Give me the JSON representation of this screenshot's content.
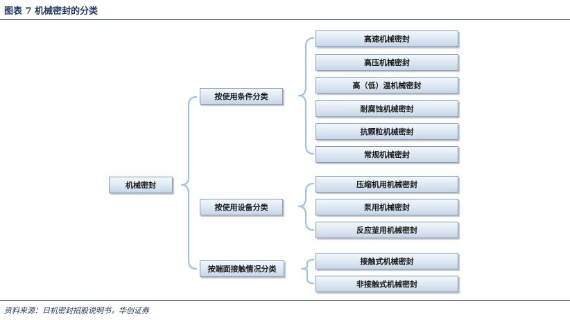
{
  "figure": {
    "title": "图表 7   机械密封的分类",
    "source": "资料来源：日机密封招股说明书，华创证券"
  },
  "diagram": {
    "root": "机械密封",
    "groups": [
      {
        "label": "按使用条件分类",
        "items": [
          "高速机械密封",
          "高压机械密封",
          "高（低）温机械密封",
          "耐腐蚀机械密封",
          "抗颗粒机械密封",
          "常规机械密封"
        ]
      },
      {
        "label": "按使用设备分类",
        "items": [
          "压缩机用机械密封",
          "泵用机械密封",
          "反应釜用机械密封"
        ]
      },
      {
        "label": "按端面接触情况分类",
        "items": [
          "接触式机械密封",
          "非接触式机械密封"
        ]
      }
    ]
  },
  "colors": {
    "title": "#1f3864",
    "connector": "#9dc3e6",
    "box_border": "#7f9cbc",
    "box_fill_top": "#f3f7fb",
    "box_fill_bottom": "#c6d6e8"
  }
}
